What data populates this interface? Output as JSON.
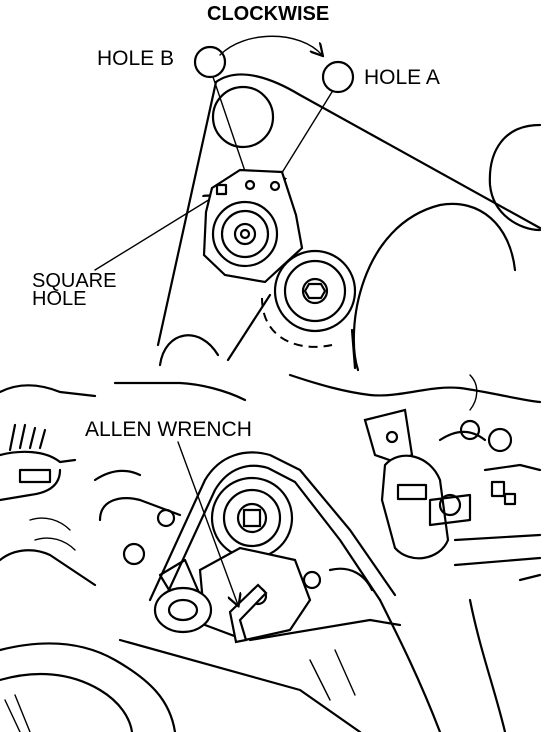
{
  "labels": {
    "clockwise": "CLOCKWISE",
    "hole_b": "HOLE B",
    "hole_a": "HOLE A",
    "square_hole_line1": "SQUARE",
    "square_hole_line2": "HOLE",
    "allen_wrench": "ALLEN WRENCH"
  },
  "colors": {
    "ink": "#000000",
    "paper": "#ffffff"
  }
}
